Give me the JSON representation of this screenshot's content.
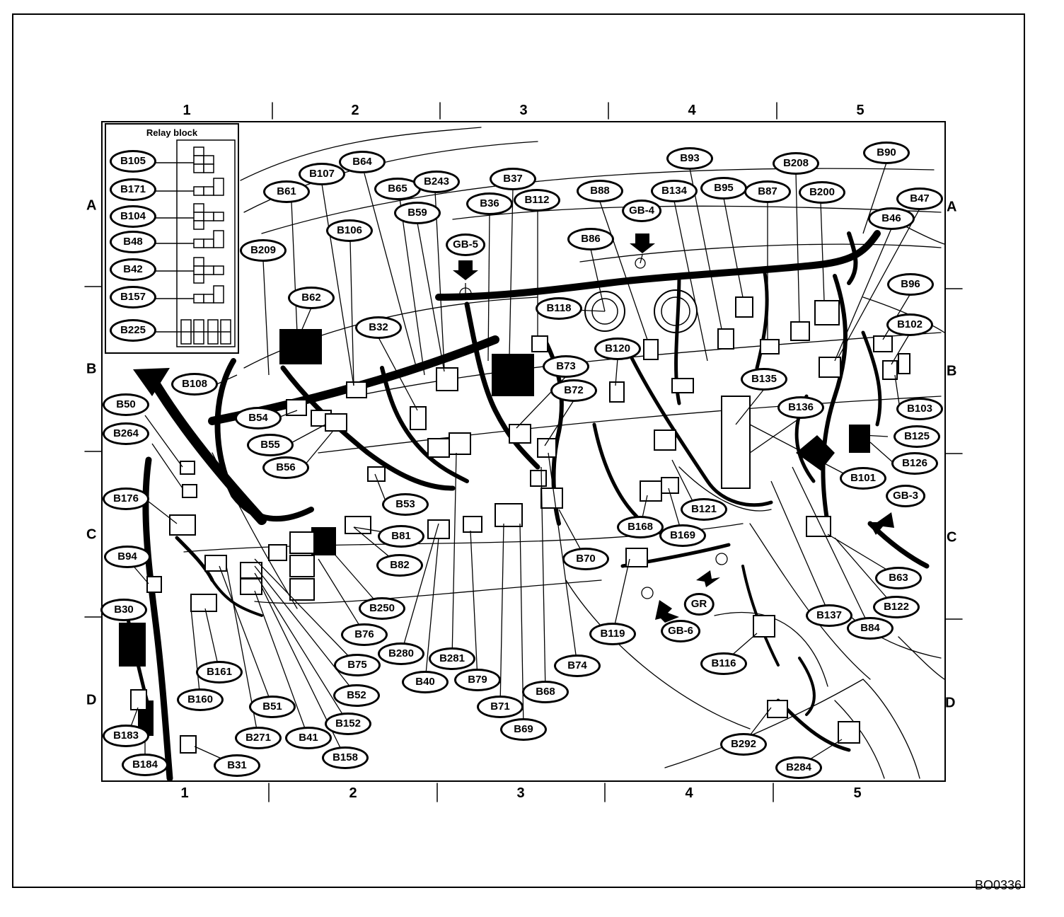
{
  "grid": {
    "columns": [
      "1",
      "2",
      "3",
      "4",
      "5"
    ],
    "rows": [
      "A",
      "B",
      "C",
      "D"
    ]
  },
  "relay_block": {
    "title": "Relay block",
    "items": [
      "B105",
      "B171",
      "B104",
      "B48",
      "B42",
      "B157",
      "B225"
    ]
  },
  "connectors": [
    "B61",
    "B107",
    "B64",
    "B65",
    "B243",
    "B37",
    "B36",
    "B112",
    "B88",
    "B93",
    "B134",
    "B95",
    "B87",
    "B208",
    "B200",
    "B90",
    "B47",
    "B46",
    "B59",
    "B106",
    "B209",
    "B86",
    "B62",
    "B32",
    "B118",
    "B96",
    "B102",
    "B73",
    "B120",
    "B135",
    "B108",
    "B72",
    "B136",
    "B103",
    "B50",
    "B54",
    "B264",
    "B55",
    "B125",
    "B56",
    "B126",
    "B101",
    "B176",
    "B53",
    "B121",
    "B81",
    "B168",
    "B169",
    "B70",
    "B82",
    "B94",
    "B63",
    "B250",
    "B30",
    "B122",
    "B137",
    "B84",
    "B76",
    "B280",
    "B119",
    "B116",
    "B75",
    "B281",
    "B161",
    "B74",
    "B40",
    "B79",
    "B52",
    "B160",
    "B68",
    "B51",
    "B71",
    "B152",
    "B271",
    "B41",
    "B183",
    "B69",
    "B292",
    "B158",
    "B31",
    "B184",
    "B284"
  ],
  "ground_points": [
    "GB-5",
    "GB-4",
    "GB-3",
    "GR",
    "GB-6"
  ],
  "figure_code": "BO0336"
}
